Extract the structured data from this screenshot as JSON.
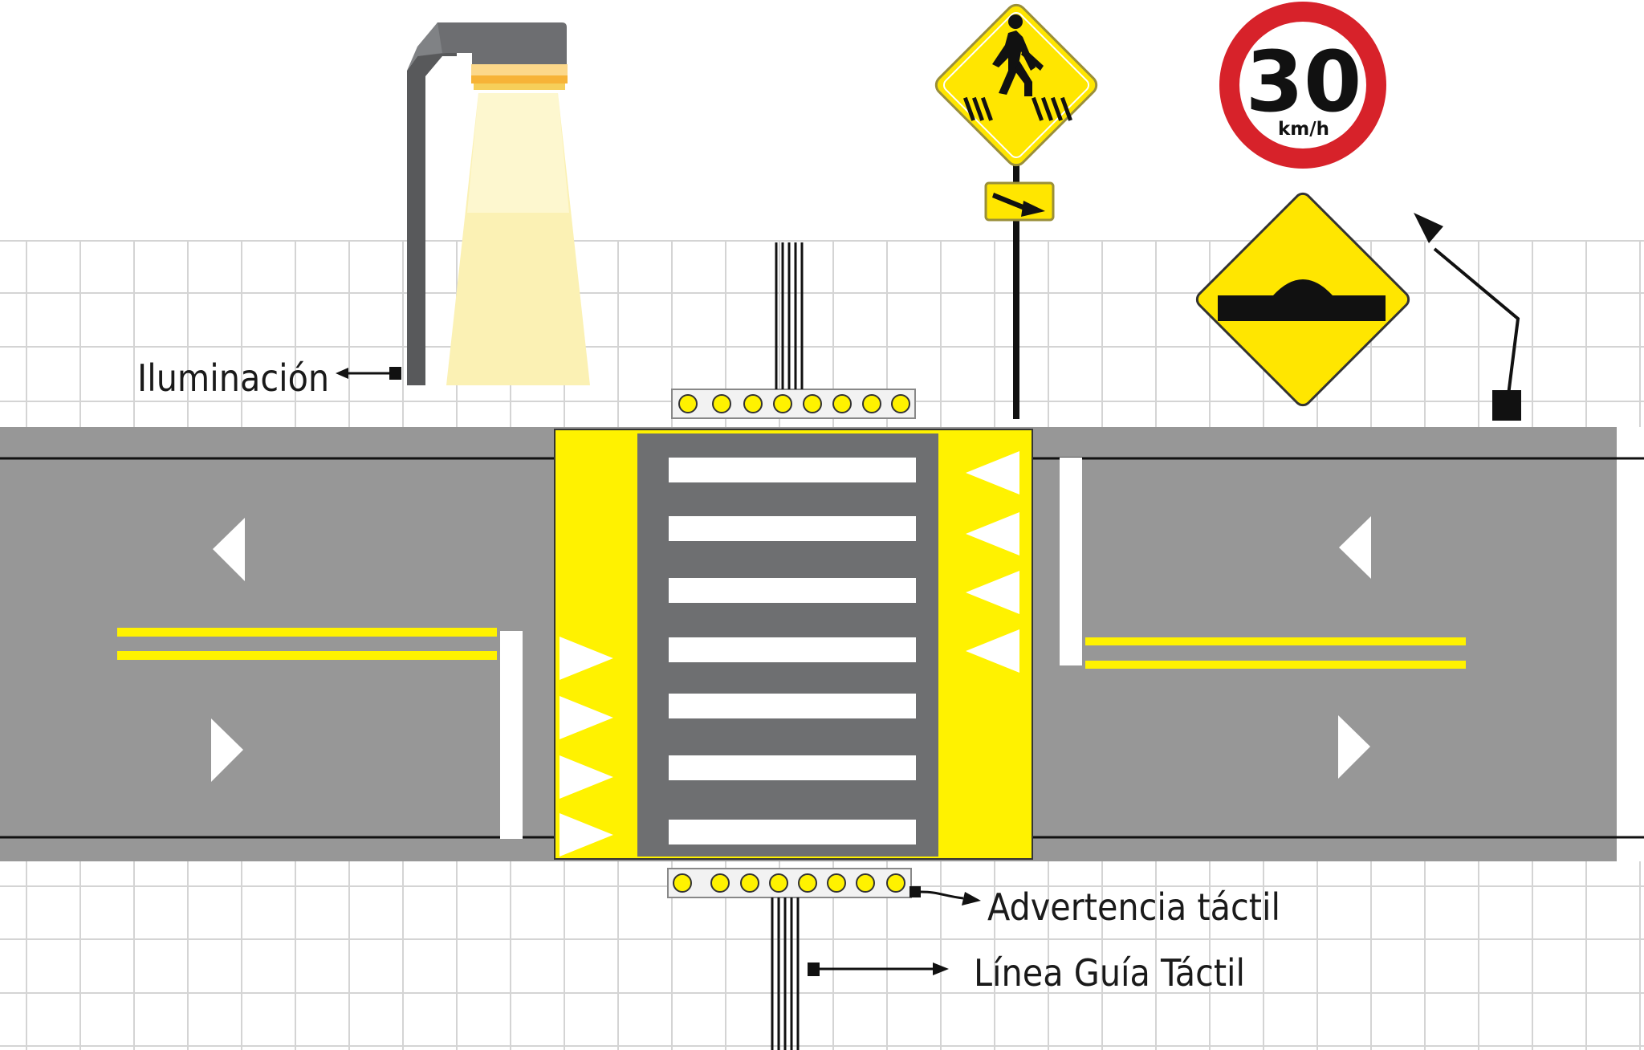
{
  "labels": {
    "lighting": "Iluminación",
    "tactile_warning": "Advertencia táctil",
    "tactile_guide_line": "Línea Guía Táctil"
  },
  "speed_sign": {
    "value": "30",
    "unit": "km/h"
  },
  "icons": {
    "street_lamp": "street-lamp-icon",
    "pedestrian_crossing_sign": "pedestrian-crossing-sign-icon",
    "speed_limit_sign": "speed-limit-sign-icon",
    "speed_bump_sign": "speed-bump-sign-icon"
  },
  "colors": {
    "road": "#979797",
    "crosswalk_dark": "#6e6f71",
    "marking_yellow": "#fff200",
    "sign_yellow": "#ffe600",
    "sign_red": "#d7222a",
    "light_beam": "#fbf1b4",
    "lamp_gray": "#58595b",
    "grid": "#d4d4d4"
  }
}
